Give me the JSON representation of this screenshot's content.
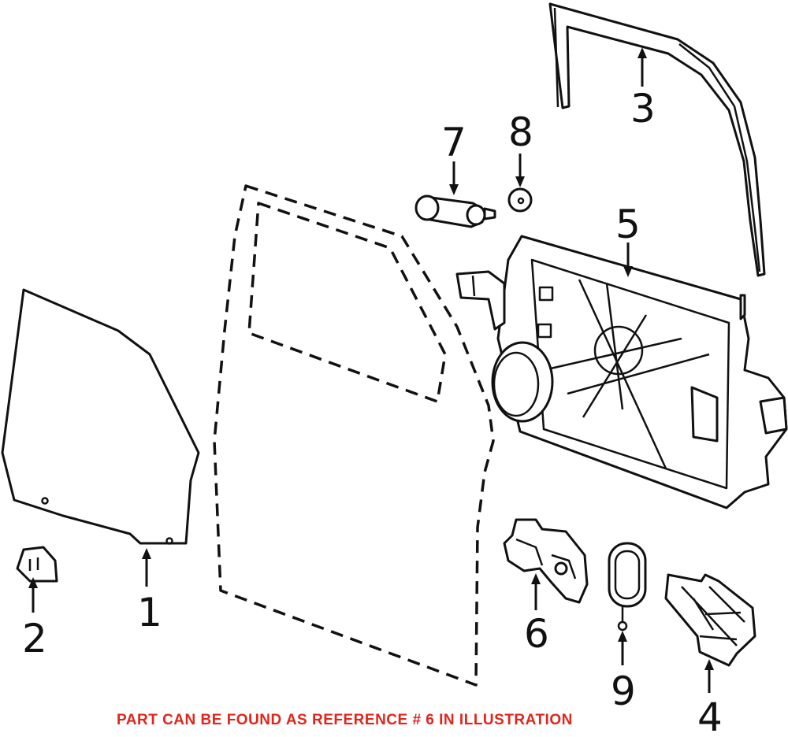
{
  "note": {
    "text": "PART CAN BE FOUND AS REFERENCE # 6 IN ILLUSTRATION",
    "color": "#e0251b"
  },
  "callouts": {
    "c1": "1",
    "c2": "2",
    "c3": "3",
    "c4": "4",
    "c5": "5",
    "c6": "6",
    "c7": "7",
    "c8": "8",
    "c9": "9"
  }
}
